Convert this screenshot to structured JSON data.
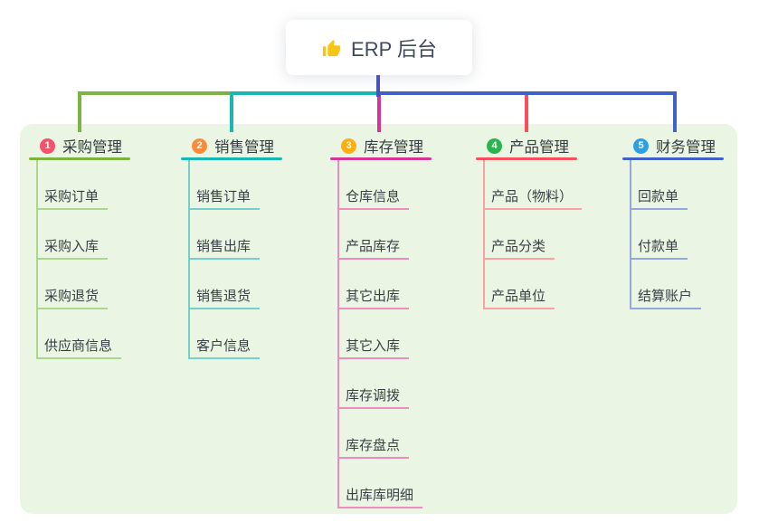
{
  "root": {
    "title": "ERP 后台",
    "icon": "thumbs-up-icon",
    "icon_color": "#F9C513",
    "connector_color": "#4553BE"
  },
  "panel": {
    "background": "#EAF6E3"
  },
  "branches": [
    {
      "num": "1",
      "title": "采购管理",
      "badge_color": "#F4516C",
      "line_color": "#7CB342",
      "child_line_color": "#ACD68B",
      "children": [
        "采购订单",
        "采购入库",
        "采购退货",
        "供应商信息"
      ]
    },
    {
      "num": "2",
      "title": "销售管理",
      "badge_color": "#FB8C3C",
      "line_color": "#1AB7B0",
      "child_line_color": "#74D0CA",
      "children": [
        "销售订单",
        "销售出库",
        "销售退货",
        "客户信息"
      ]
    },
    {
      "num": "3",
      "title": "库存管理",
      "badge_color": "#FFAD0F",
      "line_color": "#D6368F",
      "child_line_color": "#EE8BBF",
      "children": [
        "仓库信息",
        "产品库存",
        "其它出库",
        "其它入库",
        "库存调拨",
        "库存盘点",
        "出库库明细"
      ]
    },
    {
      "num": "4",
      "title": "产品管理",
      "badge_color": "#2BB34F",
      "line_color": "#F94F5C",
      "child_line_color": "#FBA3A3",
      "children": [
        "产品（物料）",
        "产品分类",
        "产品单位"
      ]
    },
    {
      "num": "5",
      "title": "财务管理",
      "badge_color": "#2DA0E4",
      "line_color": "#4162C5",
      "child_line_color": "#95A6DC",
      "children": [
        "回款单",
        "付款单",
        "结算账户"
      ]
    }
  ]
}
